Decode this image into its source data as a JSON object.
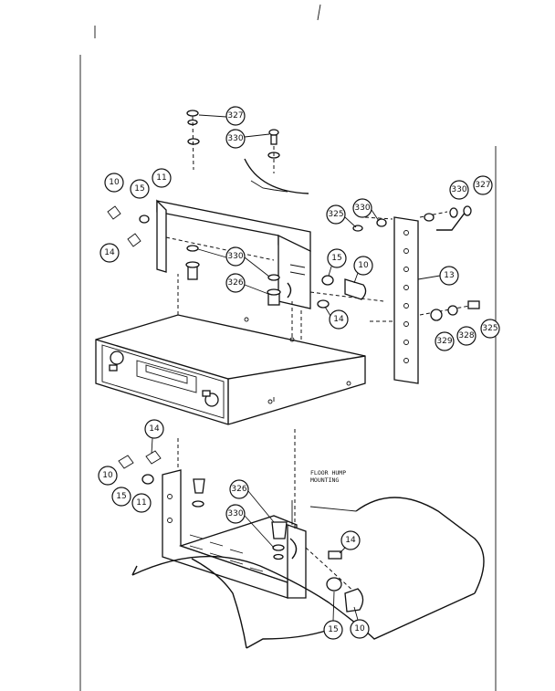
{
  "callouts": [
    {
      "id": "c327a",
      "label": "327"
    },
    {
      "id": "c330a",
      "label": "330"
    },
    {
      "id": "c10a",
      "label": "10"
    },
    {
      "id": "c15a",
      "label": "15"
    },
    {
      "id": "c11a",
      "label": "11"
    },
    {
      "id": "c14a",
      "label": "14"
    },
    {
      "id": "c330b",
      "label": "330"
    },
    {
      "id": "c326a",
      "label": "326"
    },
    {
      "id": "c325a",
      "label": "325"
    },
    {
      "id": "c330c",
      "label": "330"
    },
    {
      "id": "c15b",
      "label": "15"
    },
    {
      "id": "c10b",
      "label": "10"
    },
    {
      "id": "c14b",
      "label": "14"
    },
    {
      "id": "c330d",
      "label": "330"
    },
    {
      "id": "c327b",
      "label": "327"
    },
    {
      "id": "c13",
      "label": "13"
    },
    {
      "id": "c329",
      "label": "329"
    },
    {
      "id": "c328",
      "label": "328"
    },
    {
      "id": "c325b",
      "label": "325"
    },
    {
      "id": "c14c",
      "label": "14"
    },
    {
      "id": "c10c",
      "label": "10"
    },
    {
      "id": "c15c",
      "label": "15"
    },
    {
      "id": "c11b",
      "label": "11"
    },
    {
      "id": "c326b",
      "label": "326"
    },
    {
      "id": "c330e",
      "label": "330"
    },
    {
      "id": "c14d",
      "label": "14"
    },
    {
      "id": "c15d",
      "label": "15"
    },
    {
      "id": "c10d",
      "label": "10"
    }
  ],
  "caption": {
    "line1": "FLOOR HUMP",
    "line2": "MOUNTING"
  }
}
